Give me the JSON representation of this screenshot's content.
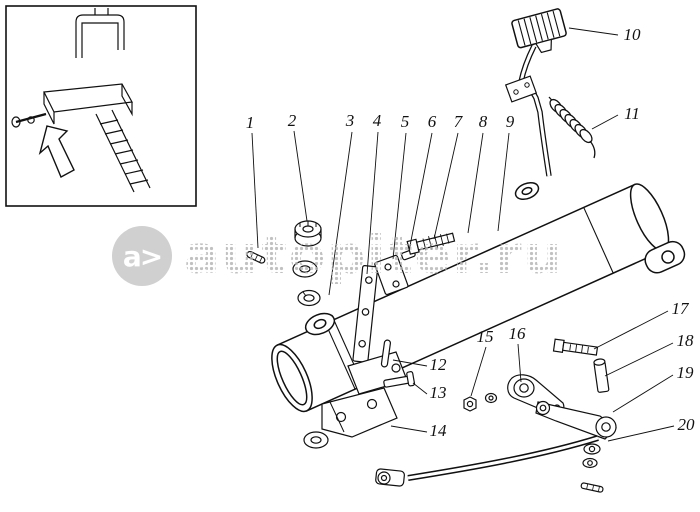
{
  "colors": {
    "line": "#111111",
    "watermark": "#c6c6c6"
  },
  "watermark": {
    "logo_text": "a>",
    "brand_text": "autopiter.ru"
  },
  "callouts": [
    "1",
    "2",
    "3",
    "4",
    "5",
    "6",
    "7",
    "8",
    "9",
    "10",
    "11",
    "12",
    "13",
    "14",
    "15",
    "16",
    "17",
    "18",
    "19",
    "20"
  ]
}
